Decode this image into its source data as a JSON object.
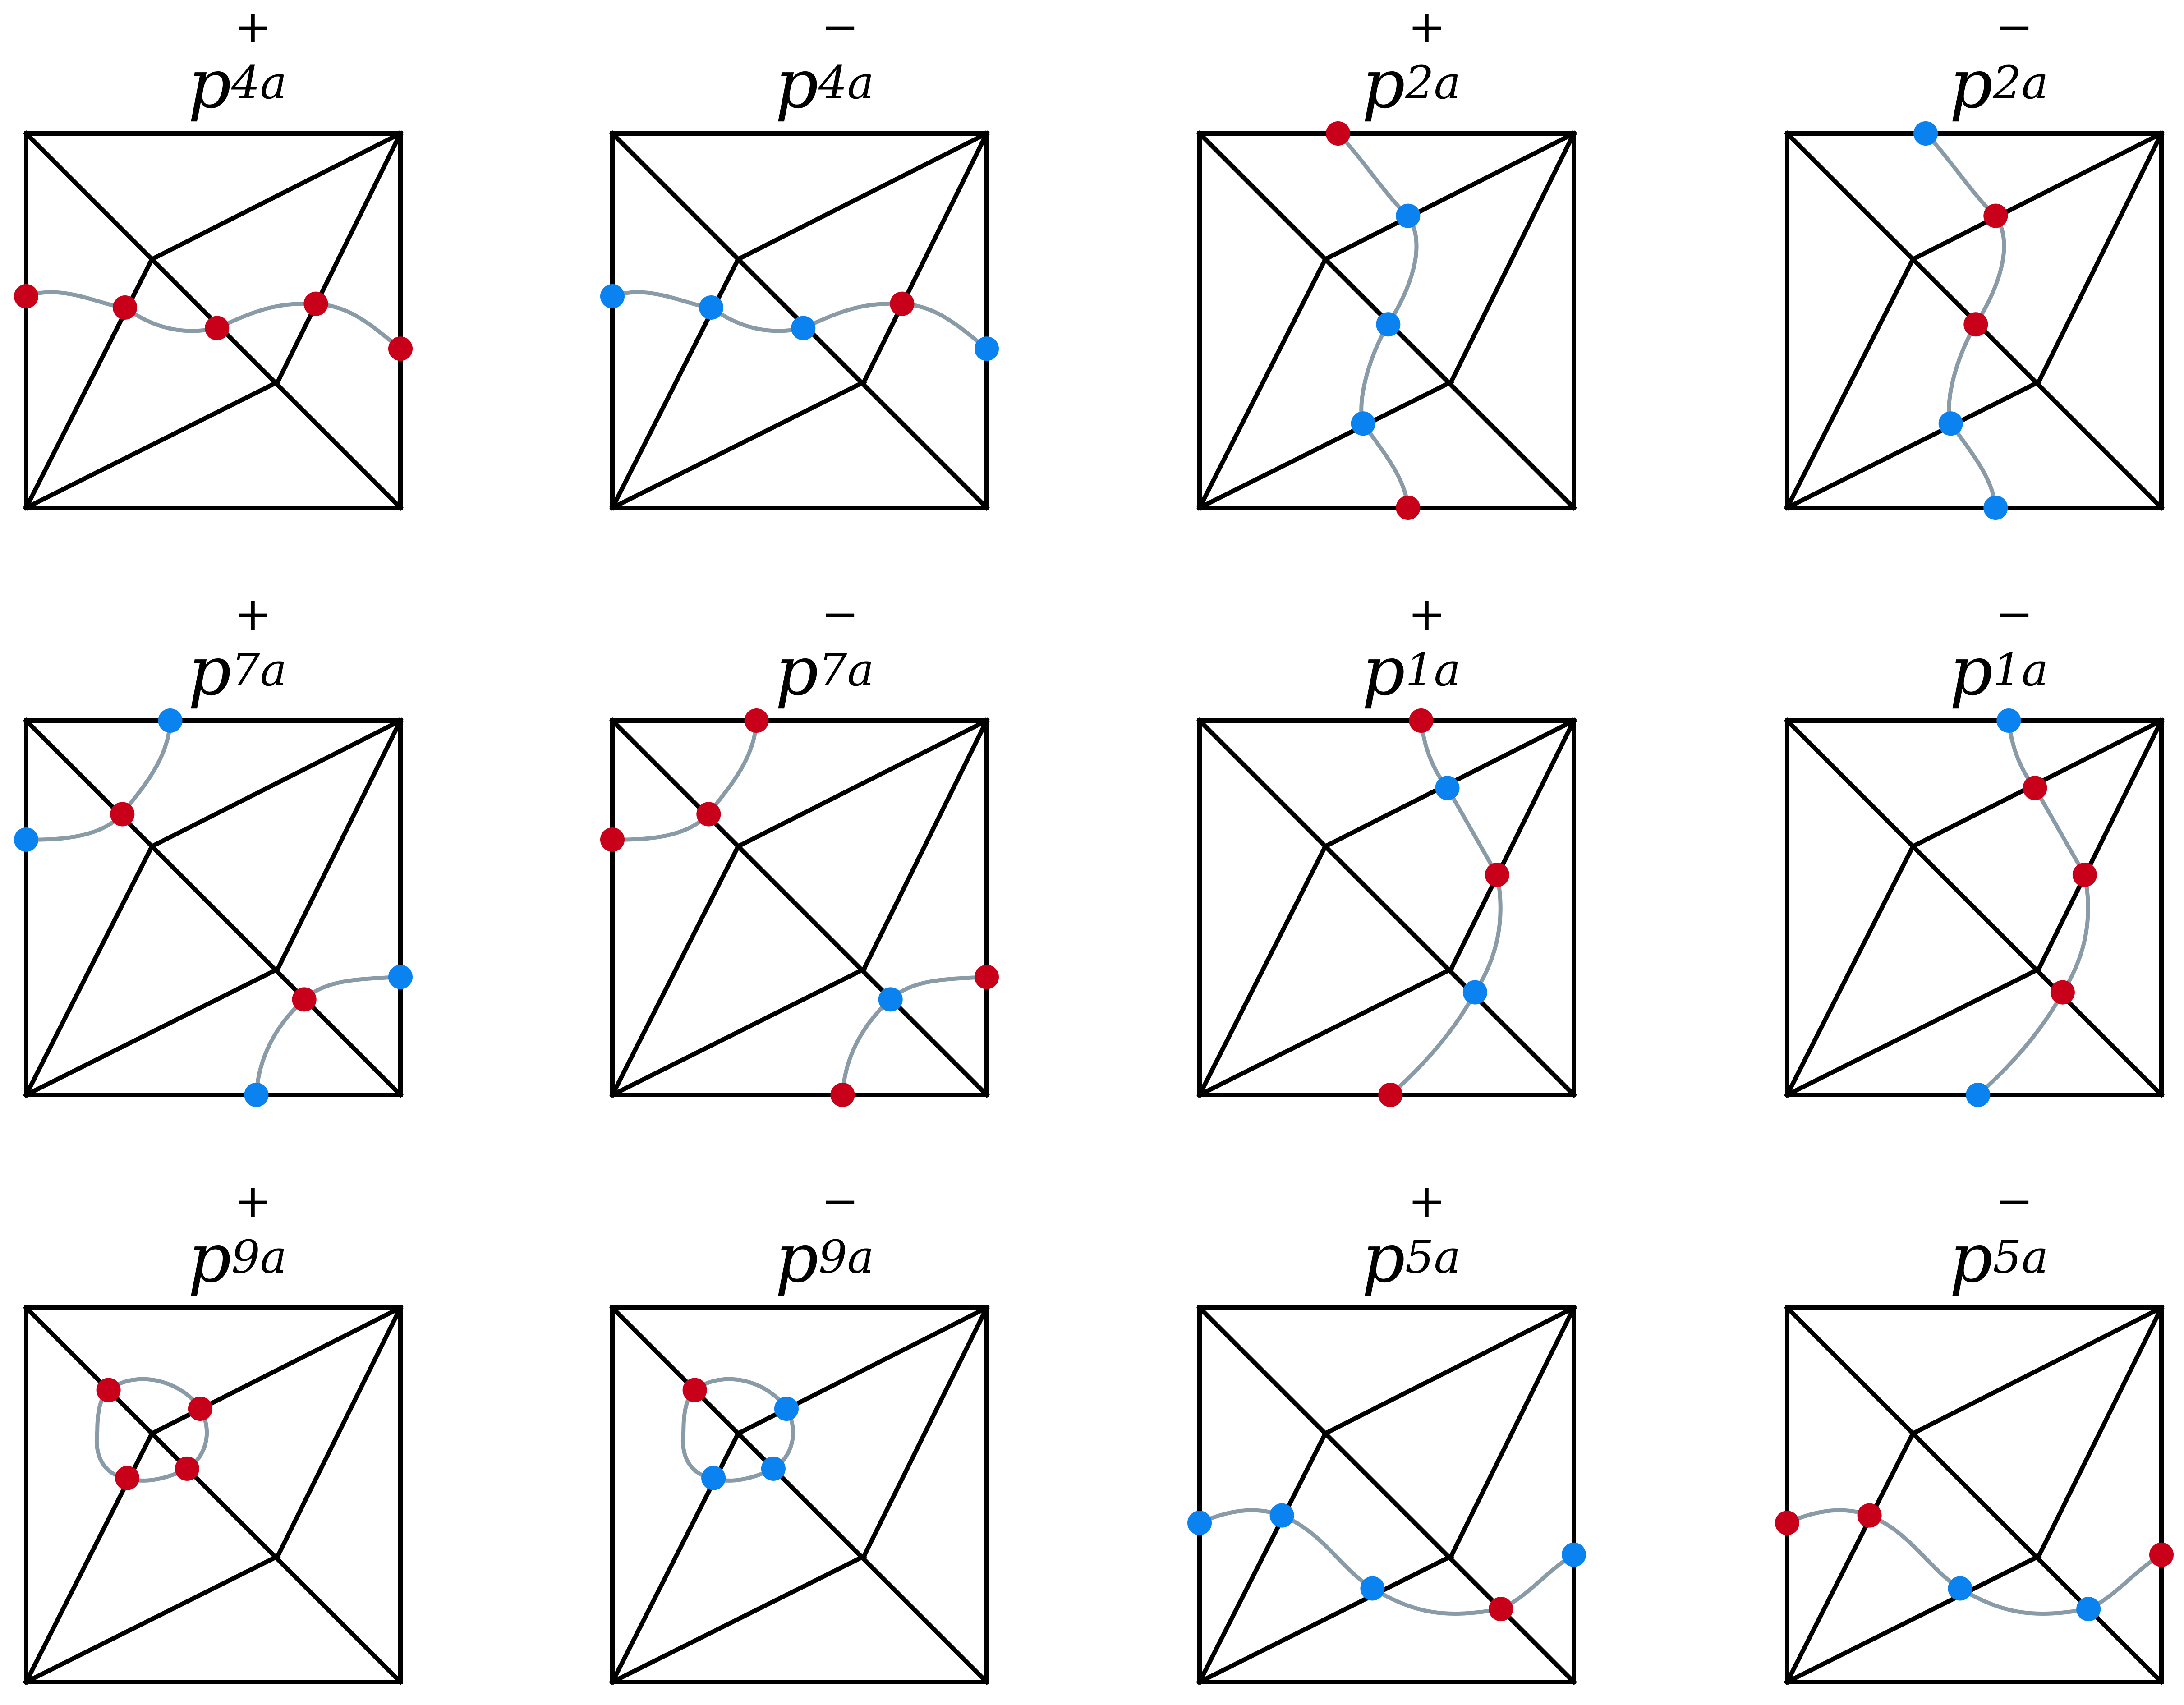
{
  "colors": {
    "background": "#ffffff",
    "frame": "#000000",
    "curve": "#8a9ba8",
    "red_point": "#c8001a",
    "blue_point": "#0a82f0"
  },
  "panels": [
    {
      "title_symbol": "p",
      "title_superscript": "+",
      "title_subscript": "4a",
      "curve_type": "horizontal",
      "point_colors": [
        "red",
        "red",
        "red",
        "red",
        "red"
      ]
    },
    {
      "title_symbol": "p",
      "title_superscript": "−",
      "title_subscript": "4a",
      "curve_type": "horizontal",
      "point_colors": [
        "blue",
        "blue",
        "blue",
        "red",
        "blue"
      ]
    },
    {
      "title_symbol": "p",
      "title_superscript": "+",
      "title_subscript": "2a",
      "curve_type": "vertical",
      "point_colors": [
        "red",
        "blue",
        "blue",
        "blue",
        "red"
      ]
    },
    {
      "title_symbol": "p",
      "title_superscript": "−",
      "title_subscript": "2a",
      "curve_type": "vertical",
      "point_colors": [
        "blue",
        "red",
        "red",
        "blue",
        "blue"
      ]
    },
    {
      "title_symbol": "p",
      "title_superscript": "+",
      "title_subscript": "7a",
      "curve_type": "corners",
      "point_colors": [
        "blue",
        "red",
        "blue",
        "red",
        "blue",
        "blue"
      ]
    },
    {
      "title_symbol": "p",
      "title_superscript": "−",
      "title_subscript": "7a",
      "curve_type": "corners",
      "point_colors": [
        "red",
        "red",
        "red",
        "blue",
        "red",
        "red"
      ]
    },
    {
      "title_symbol": "p",
      "title_superscript": "+",
      "title_subscript": "1a",
      "curve_type": "right_vertical",
      "point_colors": [
        "red",
        "blue",
        "red",
        "blue",
        "red"
      ]
    },
    {
      "title_symbol": "p",
      "title_superscript": "−",
      "title_subscript": "1a",
      "curve_type": "right_vertical",
      "point_colors": [
        "blue",
        "red",
        "red",
        "red",
        "blue"
      ]
    },
    {
      "title_symbol": "p",
      "title_superscript": "+",
      "title_subscript": "9a",
      "curve_type": "loop",
      "point_colors": [
        "red",
        "red",
        "red",
        "red"
      ]
    },
    {
      "title_symbol": "p",
      "title_superscript": "−",
      "title_subscript": "9a",
      "curve_type": "loop",
      "point_colors": [
        "red",
        "blue",
        "blue",
        "blue"
      ]
    },
    {
      "title_symbol": "p",
      "title_superscript": "+",
      "title_subscript": "5a",
      "curve_type": "lower_horizontal",
      "point_colors": [
        "blue",
        "blue",
        "blue",
        "red",
        "blue"
      ]
    },
    {
      "title_symbol": "p",
      "title_superscript": "−",
      "title_subscript": "5a",
      "curve_type": "lower_horizontal",
      "point_colors": [
        "red",
        "red",
        "blue",
        "blue",
        "red"
      ]
    }
  ]
}
